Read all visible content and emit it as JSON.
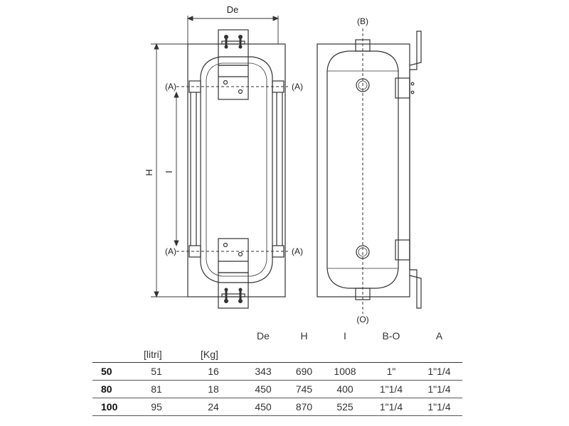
{
  "drawing": {
    "labels": {
      "de": "De",
      "h": "H",
      "i": "I",
      "a": "(A)",
      "b": "(B)",
      "o": "(O)"
    }
  },
  "table": {
    "headers": [
      "",
      "",
      "",
      "De",
      "H",
      "I",
      "B-O",
      "A"
    ],
    "units": [
      "",
      "[litri]",
      "[Kg]",
      "",
      "",
      "",
      "",
      ""
    ],
    "rows": [
      {
        "model": "50",
        "cells": [
          "51",
          "16",
          "343",
          "690",
          "1008",
          "1\"",
          "1\"1/4"
        ]
      },
      {
        "model": "80",
        "cells": [
          "81",
          "18",
          "450",
          "745",
          "400",
          "1\"1/4",
          "1\"1/4"
        ]
      },
      {
        "model": "100",
        "cells": [
          "95",
          "24",
          "450",
          "870",
          "525",
          "1\"1/4",
          "1\"1/4"
        ]
      }
    ]
  }
}
